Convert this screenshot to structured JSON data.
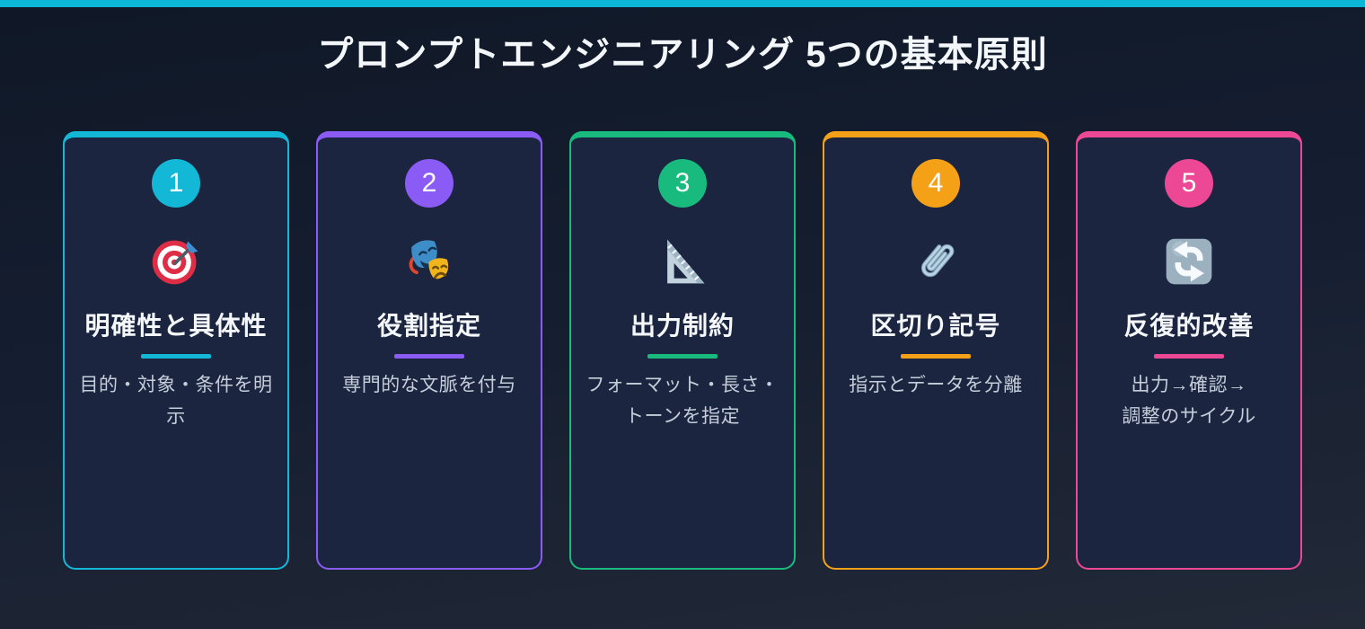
{
  "page": {
    "title": "プロンプトエンジニアリング 5つの基本原則",
    "accent_bar_color": "#0bb6d7"
  },
  "cards": [
    {
      "number": "1",
      "accent": "#12b8d6",
      "icon": "target-icon",
      "title": "明確性と具体性",
      "description": "目的・対象・条件を明示"
    },
    {
      "number": "2",
      "accent": "#8a5cf5",
      "icon": "theater-masks-icon",
      "title": "役割指定",
      "description": "専門的な文脈を付与"
    },
    {
      "number": "3",
      "accent": "#19ba7d",
      "icon": "triangular-ruler-icon",
      "title": "出力制約",
      "description": "フォーマット・長さ・\nトーンを指定"
    },
    {
      "number": "4",
      "accent": "#f5a118",
      "icon": "paperclip-icon",
      "title": "区切り記号",
      "description": "指示とデータを分離"
    },
    {
      "number": "5",
      "accent": "#ed4896",
      "icon": "counterclockwise-arrows-icon",
      "title": "反復的改善",
      "description": "出力→確認→\n調整のサイクル"
    }
  ]
}
